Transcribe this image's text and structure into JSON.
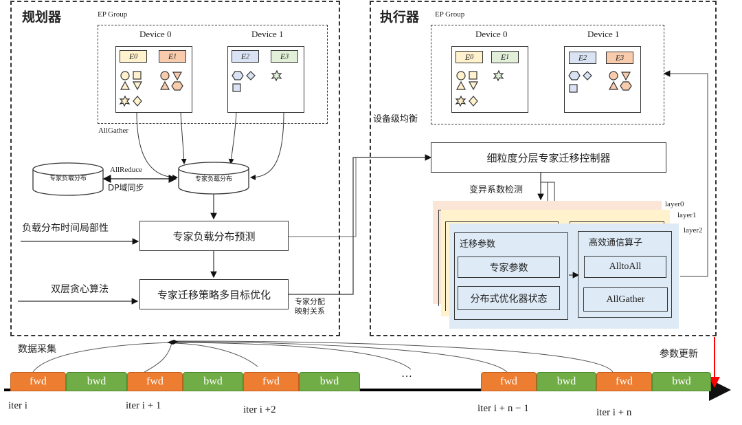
{
  "planner": {
    "title": "规划器",
    "ep_group_label": "EP Group",
    "devices": [
      {
        "label": "Device 0",
        "experts": [
          {
            "name": "E",
            "sub": "0",
            "color": "#fff2cc"
          },
          {
            "name": "E",
            "sub": "1",
            "color": "#f8cbad"
          }
        ]
      },
      {
        "label": "Device 1",
        "experts": [
          {
            "name": "E",
            "sub": "2",
            "color": "#dae3f3"
          },
          {
            "name": "E",
            "sub": "3",
            "color": "#e2f0d9"
          }
        ]
      }
    ],
    "allgather_label": "AllGather",
    "allreduce_label": "AllReduce",
    "dp_sync_label": "DP域同步",
    "local_db_label": "专家负载分布",
    "global_db_label": "专家负载分布",
    "temporal_locality_label": "负载分布时间局部性",
    "predict_box_label": "专家负载分布预测",
    "greedy_label": "双层贪心算法",
    "optimize_box_label": "专家迁移策略多目标优化",
    "mapping_label_line1": "专家分配",
    "mapping_label_line2": "映射关系"
  },
  "executor": {
    "title": "执行器",
    "ep_group_label": "EP Group",
    "devices": [
      {
        "label": "Device 0",
        "experts": [
          {
            "name": "E",
            "sub": "0",
            "color": "#fff2cc"
          },
          {
            "name": "E",
            "sub": "1",
            "color": "#e2f0d9"
          }
        ]
      },
      {
        "label": "Device 1",
        "experts": [
          {
            "name": "E",
            "sub": "2",
            "color": "#dae3f3"
          },
          {
            "name": "E",
            "sub": "3",
            "color": "#f8cbad"
          }
        ]
      }
    ],
    "device_balance_label": "设备级均衡",
    "controller_label": "细粒度分层专家迁移控制器",
    "cv_detect_label": "变异系数检测",
    "layers": [
      "layer0",
      "layer1",
      "layer2"
    ],
    "migration_params_title": "迁移参数",
    "expert_params_label": "专家参数",
    "optimizer_state_label": "分布式优化器状态",
    "comm_ops_title": "高效通信算子",
    "alltoall_label": "AlltoAll",
    "allgather_label": "AllGather"
  },
  "timeline": {
    "data_collect_label": "数据采集",
    "param_update_label": "参数更新",
    "ellipsis": "…",
    "segments": [
      "fwd",
      "bwd",
      "fwd",
      "bwd",
      "fwd",
      "bwd",
      "fwd",
      "bwd",
      "fwd",
      "bwd"
    ],
    "iters": [
      "iter  i",
      "iter  i + 1",
      "iter  i +2",
      "iter  i + n − 1",
      "iter  i + n"
    ]
  },
  "colors": {
    "fwd": "#ed7d31",
    "bwd": "#70ad47",
    "layer0_bg": "#fbe5d6",
    "layer1_bg": "#fff2cc",
    "layer2_bg": "#deebf7",
    "update_arrow": "#ff0000"
  }
}
